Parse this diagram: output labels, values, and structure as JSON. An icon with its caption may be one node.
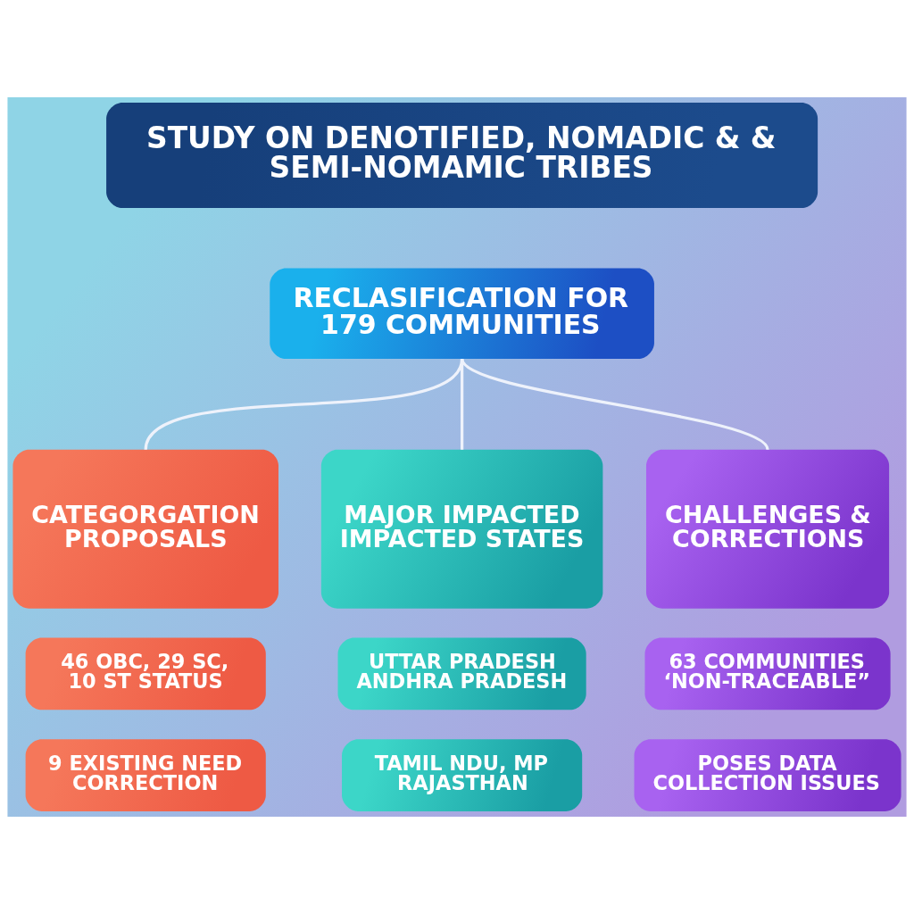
{
  "diagram": {
    "nodes": [
      {
        "text": [
          "STUDY ON DENOTIFIED, NOMADIC & & SEMI-NOMAMIC TRIBES"
        ]
      },
      {
        "text": [
          "RECLASIFICATION FOR 179 COMMUNITIES"
        ]
      },
      {
        "text": [
          "CATEGORGATION PROPOSALS"
        ]
      },
      {
        "text": [
          "MAJOR IMPACTED IMPACTED STATES"
        ]
      },
      {
        "text": [
          "CHALLENGES & CORRECTIONS"
        ]
      },
      {
        "text": [
          "46 OBC, 29 SC, 10 ST STATUS"
        ]
      },
      {
        "text": [
          "UTTAR PRADESH ANDHRA PRADESH"
        ]
      },
      {
        "text": [
          "63 COMMUNITIES ‘NON-TRACEABLE”"
        ]
      },
      {
        "text": [
          "9 EXISTING NEED CORRECTION"
        ]
      },
      {
        "text": [
          "TAMIL NDU, MP RAJASTHAN"
        ]
      },
      {
        "text": [
          "POSES DATA COLLECTION ISSUES"
        ]
      }
    ],
    "edges": [
      {
        "from": 1,
        "to": 2,
        "arrow": "none"
      },
      {
        "from": 1,
        "to": 3,
        "arrow": "none"
      },
      {
        "from": 1,
        "to": 4,
        "arrow": "none"
      }
    ]
  }
}
